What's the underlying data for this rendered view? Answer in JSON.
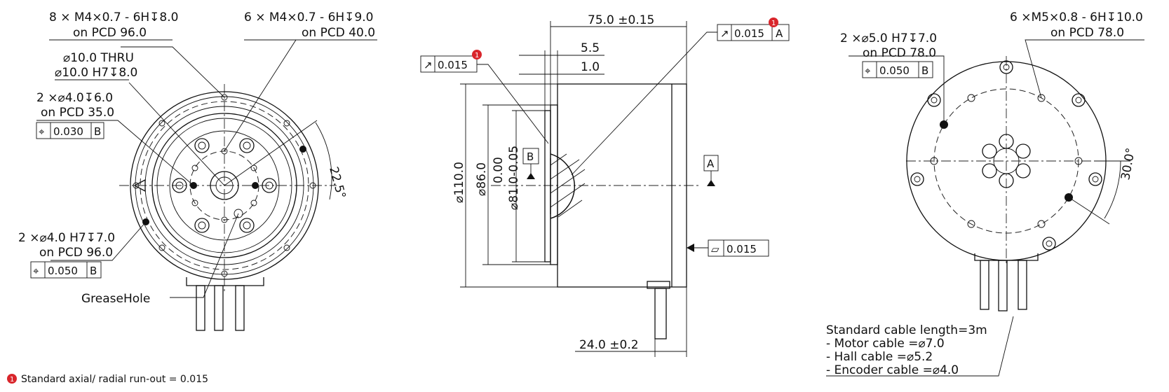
{
  "front_view": {
    "callout_m4_8": [
      "8 × M4×0.7 - 6H↧8.0",
      "on PCD 96.0"
    ],
    "callout_m4_6": [
      "6 × M4×0.7 - 6H↧9.0",
      "on PCD 40.0"
    ],
    "callout_thru": [
      "⌀10.0 THRU",
      "⌀10.0 H7↧8.0"
    ],
    "callout_pin35": [
      "2 ×⌀4.0↧6.0",
      "on PCD 35.0"
    ],
    "fcf_pin35": {
      "symbol": "⌖",
      "value": "0.030",
      "datum": "B"
    },
    "callout_pin96": [
      "2 ×⌀4.0 H7↧7.0",
      "on PCD 96.0"
    ],
    "fcf_pin96": {
      "symbol": "⌖",
      "value": "0.050",
      "datum": "B"
    },
    "grease_hole": "GreaseHole",
    "angle": "22.5°"
  },
  "side_view": {
    "length": "75.0 ±0.15",
    "dim_5_5": "5.5",
    "dim_1_0": "1.0",
    "runout_left": {
      "symbol": "↗",
      "value": "0.015"
    },
    "runout_top": {
      "symbol": "↗",
      "value": "0.015",
      "datum": "A"
    },
    "datum_a": "A",
    "datum_b": "B",
    "dia_110": "⌀110.0",
    "dia_86": "⌀86.0",
    "tol_81_upper": "0.00",
    "dia_81": "⌀81.0-0.05",
    "flatness": {
      "symbol": "▱",
      "value": "0.015"
    },
    "shaft_len": "24.0 ±0.2"
  },
  "rear_view": {
    "callout_m5": [
      "6 ×M5×0.8 - 6H↧10.0",
      "on PCD 78.0"
    ],
    "callout_pin5": [
      "2 ×⌀5.0 H7↧7.0",
      "on PCD 78.0"
    ],
    "fcf_pin5": {
      "symbol": "⌖",
      "value": "0.050",
      "datum": "B"
    },
    "angle": "30.0°",
    "cable_notes": [
      "Standard cable length=3m",
      "- Motor cable =⌀7.0",
      "- Hall cable =⌀5.2",
      "- Encoder cable =⌀4.0"
    ]
  },
  "footnote": {
    "marker": "1",
    "text": "Standard axial/ radial run-out = 0.015"
  },
  "colors": {
    "line": "#111111",
    "marker": "#d9262c"
  }
}
